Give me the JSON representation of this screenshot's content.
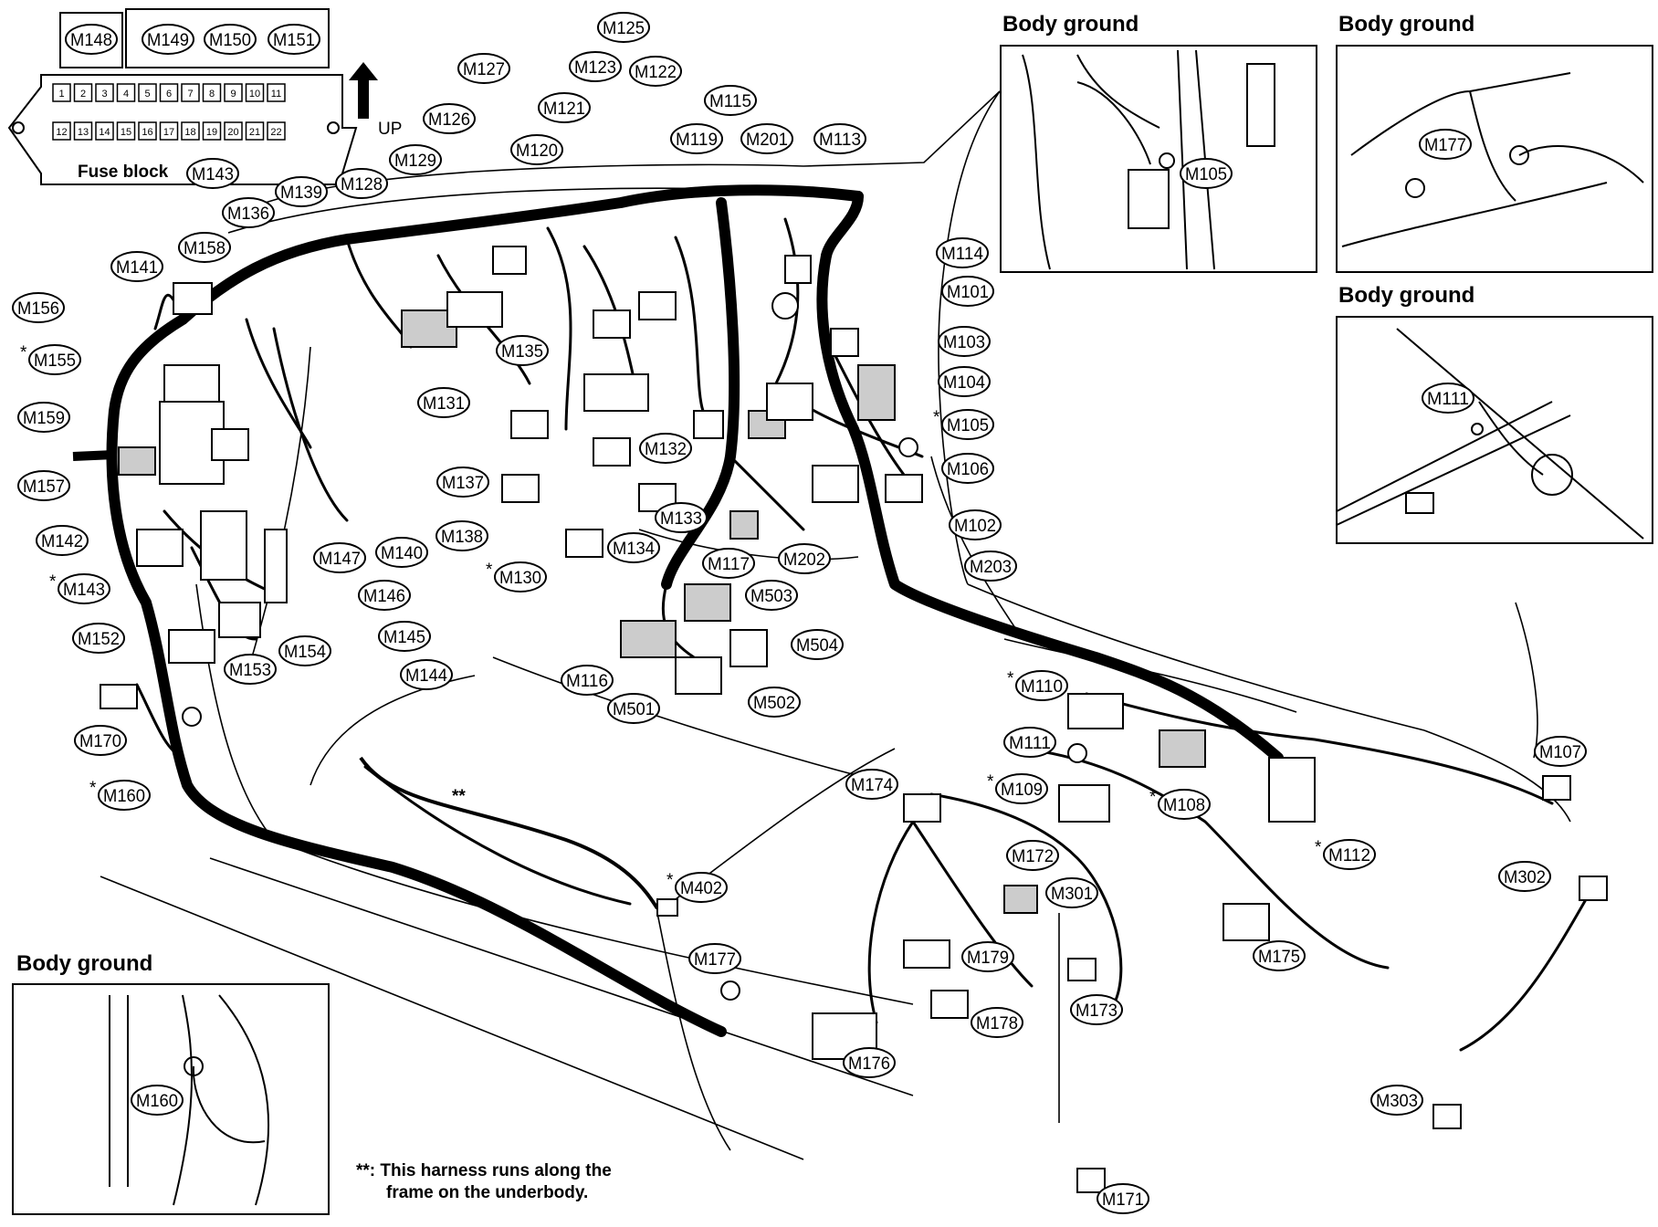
{
  "fuse_block": {
    "label": "Fuse block",
    "connector": "M143",
    "up_label": "UP",
    "top_connectors": [
      "M148",
      "M149",
      "M150",
      "M151"
    ],
    "fuses_row1": [
      "1",
      "2",
      "3",
      "4",
      "5",
      "6",
      "7",
      "8",
      "9",
      "10",
      "11"
    ],
    "fuses_row2": [
      "12",
      "13",
      "14",
      "15",
      "16",
      "17",
      "18",
      "19",
      "20",
      "21",
      "22"
    ]
  },
  "insets": {
    "top_center": {
      "title": "Body ground",
      "connector": "M105"
    },
    "top_right": {
      "title": "Body ground",
      "connector": "M177"
    },
    "mid_right": {
      "title": "Body ground",
      "connector": "M111"
    },
    "bottom_left": {
      "title": "Body ground",
      "connector": "M160"
    }
  },
  "footnote": {
    "line1": "**: This harness runs along the",
    "line2": "frame on the underbody."
  },
  "star": "*",
  "double_star": "**",
  "connector_labels": [
    {
      "id": "M125",
      "starred": false
    },
    {
      "id": "M127",
      "starred": false
    },
    {
      "id": "M123",
      "starred": false
    },
    {
      "id": "M122",
      "starred": false
    },
    {
      "id": "M121",
      "starred": false
    },
    {
      "id": "M126",
      "starred": false
    },
    {
      "id": "M115",
      "starred": false
    },
    {
      "id": "M120",
      "starred": false
    },
    {
      "id": "M119",
      "starred": false
    },
    {
      "id": "M201",
      "starred": false
    },
    {
      "id": "M113",
      "starred": false
    },
    {
      "id": "M129",
      "starred": false
    },
    {
      "id": "M139",
      "starred": false
    },
    {
      "id": "M128",
      "starred": false
    },
    {
      "id": "M136",
      "starred": false
    },
    {
      "id": "M158",
      "starred": false
    },
    {
      "id": "M141",
      "starred": false
    },
    {
      "id": "M156",
      "starred": false
    },
    {
      "id": "M155",
      "starred": true
    },
    {
      "id": "M159",
      "starred": false
    },
    {
      "id": "M157",
      "starred": false
    },
    {
      "id": "M142",
      "starred": false
    },
    {
      "id": "M143",
      "starred": true
    },
    {
      "id": "M152",
      "starred": false
    },
    {
      "id": "M153",
      "starred": false
    },
    {
      "id": "M154",
      "starred": false
    },
    {
      "id": "M170",
      "starred": false
    },
    {
      "id": "M160",
      "starred": true
    },
    {
      "id": "M135",
      "starred": false
    },
    {
      "id": "M131",
      "starred": false
    },
    {
      "id": "M137",
      "starred": false
    },
    {
      "id": "M138",
      "starred": false
    },
    {
      "id": "M140",
      "starred": false
    },
    {
      "id": "M147",
      "starred": false
    },
    {
      "id": "M146",
      "starred": false
    },
    {
      "id": "M145",
      "starred": false
    },
    {
      "id": "M144",
      "starred": false
    },
    {
      "id": "M132",
      "starred": false
    },
    {
      "id": "M133",
      "starred": false
    },
    {
      "id": "M134",
      "starred": false
    },
    {
      "id": "M130",
      "starred": true
    },
    {
      "id": "M114",
      "starred": false
    },
    {
      "id": "M101",
      "starred": false
    },
    {
      "id": "M103",
      "starred": false
    },
    {
      "id": "M104",
      "starred": false
    },
    {
      "id": "M105",
      "starred": true
    },
    {
      "id": "M106",
      "starred": false
    },
    {
      "id": "M102",
      "starred": false
    },
    {
      "id": "M203",
      "starred": false
    },
    {
      "id": "M117",
      "starred": false
    },
    {
      "id": "M202",
      "starred": false
    },
    {
      "id": "M503",
      "starred": false
    },
    {
      "id": "M504",
      "starred": false
    },
    {
      "id": "M116",
      "starred": false
    },
    {
      "id": "M501",
      "starred": false
    },
    {
      "id": "M502",
      "starred": false
    },
    {
      "id": "M110",
      "starred": true
    },
    {
      "id": "M111",
      "starred": false
    },
    {
      "id": "M107",
      "starred": false
    },
    {
      "id": "M108",
      "starred": true
    },
    {
      "id": "M112",
      "starred": true
    },
    {
      "id": "M174",
      "starred": false
    },
    {
      "id": "M109",
      "starred": true
    },
    {
      "id": "M172",
      "starred": false
    },
    {
      "id": "M301",
      "starred": false
    },
    {
      "id": "M302",
      "starred": false
    },
    {
      "id": "M175",
      "starred": false
    },
    {
      "id": "M402",
      "starred": true
    },
    {
      "id": "M177",
      "starred": false
    },
    {
      "id": "M179",
      "starred": false
    },
    {
      "id": "M173",
      "starred": false
    },
    {
      "id": "M178",
      "starred": false
    },
    {
      "id": "M176",
      "starred": false
    },
    {
      "id": "M303",
      "starred": false
    },
    {
      "id": "M171",
      "starred": false
    }
  ]
}
